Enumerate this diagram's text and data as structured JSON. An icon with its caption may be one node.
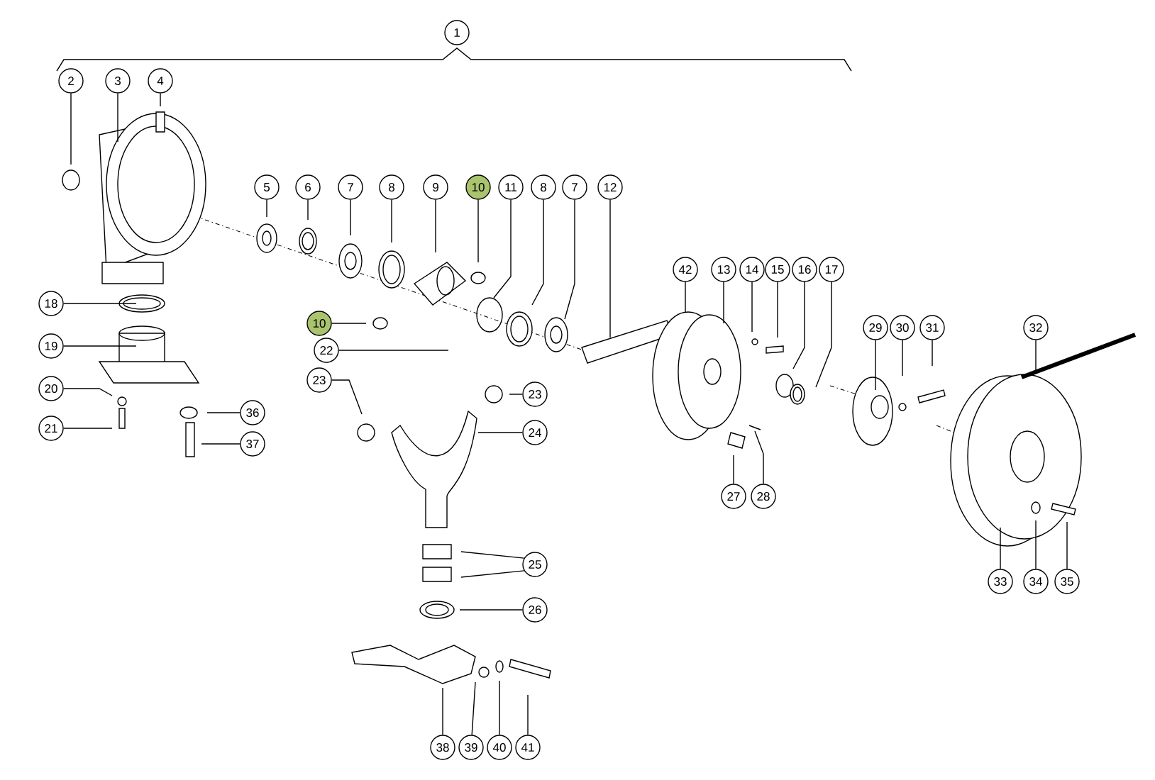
{
  "diagram": {
    "nodes": [
      {
        "text": [
          "1"
        ]
      },
      {
        "text": [
          "2"
        ]
      },
      {
        "text": [
          "3"
        ]
      },
      {
        "text": [
          "4"
        ]
      },
      {
        "text": [
          "5"
        ]
      },
      {
        "text": [
          "6"
        ]
      },
      {
        "text": [
          "7"
        ]
      },
      {
        "text": [
          "8"
        ]
      },
      {
        "text": [
          "9"
        ]
      },
      {
        "text": [
          "10"
        ]
      },
      {
        "text": [
          "11"
        ]
      },
      {
        "text": [
          "8"
        ]
      },
      {
        "text": [
          "7"
        ]
      },
      {
        "text": [
          "12"
        ]
      },
      {
        "text": [
          "42"
        ]
      },
      {
        "text": [
          "13"
        ]
      },
      {
        "text": [
          "14"
        ]
      },
      {
        "text": [
          "15"
        ]
      },
      {
        "text": [
          "16"
        ]
      },
      {
        "text": [
          "17"
        ]
      },
      {
        "text": [
          "18"
        ]
      },
      {
        "text": [
          "19"
        ]
      },
      {
        "text": [
          "20"
        ]
      },
      {
        "text": [
          "21"
        ]
      },
      {
        "text": [
          "36"
        ]
      },
      {
        "text": [
          "37"
        ]
      },
      {
        "text": [
          "10"
        ]
      },
      {
        "text": [
          "22"
        ]
      },
      {
        "text": [
          "23"
        ]
      },
      {
        "text": [
          "23"
        ]
      },
      {
        "text": [
          "24"
        ]
      },
      {
        "text": [
          "25"
        ]
      },
      {
        "text": [
          "26"
        ]
      },
      {
        "text": [
          "27"
        ]
      },
      {
        "text": [
          "28"
        ]
      },
      {
        "text": [
          "29"
        ]
      },
      {
        "text": [
          "30"
        ]
      },
      {
        "text": [
          "31"
        ]
      },
      {
        "text": [
          "32"
        ]
      },
      {
        "text": [
          "33"
        ]
      },
      {
        "text": [
          "34"
        ]
      },
      {
        "text": [
          "35"
        ]
      },
      {
        "text": [
          "38"
        ]
      },
      {
        "text": [
          "39"
        ]
      },
      {
        "text": [
          "40"
        ]
      },
      {
        "text": [
          "41"
        ]
      }
    ],
    "edges": [
      {
        "from": 1,
        "to": null,
        "arrow": "none"
      },
      {
        "from": 2,
        "to": null,
        "arrow": "none"
      },
      {
        "from": 3,
        "to": null,
        "arrow": "none"
      },
      {
        "from": 4,
        "to": null,
        "arrow": "none"
      },
      {
        "from": 5,
        "to": null,
        "arrow": "none"
      },
      {
        "from": 6,
        "to": null,
        "arrow": "none"
      },
      {
        "from": 7,
        "to": null,
        "arrow": "none"
      },
      {
        "from": 8,
        "to": null,
        "arrow": "none"
      },
      {
        "from": 9,
        "to": null,
        "arrow": "none"
      },
      {
        "from": 10,
        "to": null,
        "arrow": "none"
      },
      {
        "from": 11,
        "to": null,
        "arrow": "none"
      },
      {
        "from": 12,
        "to": null,
        "arrow": "none"
      },
      {
        "from": 13,
        "to": null,
        "arrow": "none"
      },
      {
        "from": 14,
        "to": null,
        "arrow": "none"
      },
      {
        "from": 15,
        "to": null,
        "arrow": "none"
      },
      {
        "from": 16,
        "to": null,
        "arrow": "none"
      },
      {
        "from": 17,
        "to": null,
        "arrow": "none"
      },
      {
        "from": 18,
        "to": null,
        "arrow": "none"
      },
      {
        "from": 19,
        "to": null,
        "arrow": "none"
      },
      {
        "from": 20,
        "to": null,
        "arrow": "none"
      },
      {
        "from": 21,
        "to": null,
        "arrow": "none"
      },
      {
        "from": 22,
        "to": null,
        "arrow": "none"
      },
      {
        "from": 23,
        "to": null,
        "arrow": "none"
      },
      {
        "from": 24,
        "to": null,
        "arrow": "none"
      },
      {
        "from": 25,
        "to": null,
        "arrow": "none"
      },
      {
        "from": 26,
        "to": null,
        "arrow": "none"
      },
      {
        "from": 27,
        "to": null,
        "arrow": "none"
      },
      {
        "from": 28,
        "to": null,
        "arrow": "none"
      },
      {
        "from": 29,
        "to": null,
        "arrow": "none"
      },
      {
        "from": 30,
        "to": null,
        "arrow": "none"
      },
      {
        "from": 31,
        "to": null,
        "arrow": "none"
      },
      {
        "from": 31,
        "to": null,
        "arrow": "none"
      },
      {
        "from": 32,
        "to": null,
        "arrow": "none"
      },
      {
        "from": 33,
        "to": null,
        "arrow": "none"
      },
      {
        "from": 34,
        "to": null,
        "arrow": "none"
      },
      {
        "from": 35,
        "to": null,
        "arrow": "none"
      },
      {
        "from": 36,
        "to": null,
        "arrow": "none"
      },
      {
        "from": 37,
        "to": null,
        "arrow": "none"
      },
      {
        "from": 38,
        "to": null,
        "arrow": "none"
      },
      {
        "from": 39,
        "to": null,
        "arrow": "none"
      },
      {
        "from": 40,
        "to": null,
        "arrow": "none"
      },
      {
        "from": 41,
        "to": null,
        "arrow": "none"
      },
      {
        "from": 42,
        "to": null,
        "arrow": "none"
      },
      {
        "from": 43,
        "to": null,
        "arrow": "none"
      },
      {
        "from": 44,
        "to": null,
        "arrow": "none"
      },
      {
        "from": 45,
        "to": null,
        "arrow": "none"
      }
    ]
  }
}
